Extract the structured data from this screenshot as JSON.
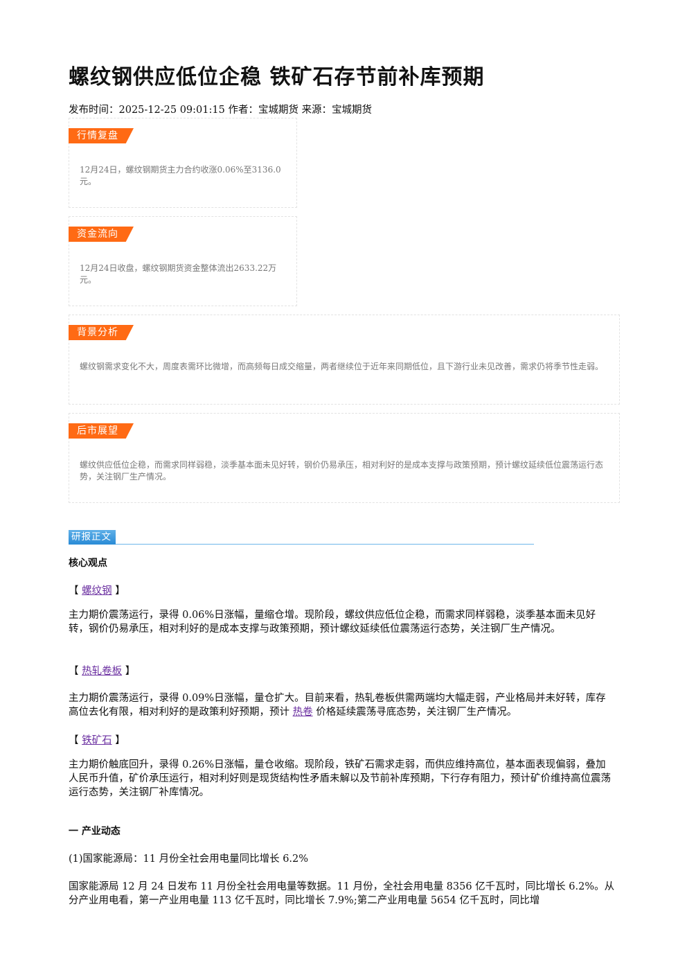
{
  "article": {
    "title": "螺纹钢供应低位企稳 铁矿石存节前补库预期",
    "meta_time_label": "发布时间：",
    "meta_time": "2025-12-25 09:01:15",
    "meta_author_label": "作者：",
    "meta_author": "宝城期货",
    "meta_source_label": "来源：",
    "meta_source": "宝城期货"
  },
  "cards": [
    {
      "tag": "行情复盘",
      "text": "12月24日，螺纹钢期货主力合约收涨0.06%至3136.0元。"
    },
    {
      "tag": "资金流向",
      "text": "12月24日收盘，螺纹钢期货资金整体流出2633.22万元。"
    },
    {
      "tag": "背景分析",
      "text": "螺纹钢需求变化不大，周度表需环比微增，而高频每日成交缩量，两者继续位于近年来同期低位，且下游行业未见改善，需求仍将季节性走弱。"
    },
    {
      "tag": "后市展望",
      "text": "螺纹供应低位企稳，而需求同样弱稳，淡季基本面未见好转，钢价仍易承压，相对利好的是成本支撑与政策预期，预计螺纹延续低位震荡运行态势，关注钢厂生产情况。"
    }
  ],
  "section_label": "研报正文",
  "core_heading": "核心观点",
  "bracket_open": "【",
  "bracket_close": "】",
  "items": [
    {
      "name": "螺纹钢",
      "text": "主力期价震荡运行，录得 0.06%日涨幅，量缩仓增。现阶段，螺纹供应低位企稳，而需求同样弱稳，淡季基本面未见好转，钢价仍易承压，相对利好的是成本支撑与政策预期，预计螺纹延续低位震荡运行态势，关注钢厂生产情况。"
    },
    {
      "name": "热轧卷板",
      "text_before_link": "主力期价震荡运行，录得 0.09%日涨幅，量仓扩大。目前来看，热轧卷板供需两端均大幅走弱，产业格局并未好转，库存高位去化有限，相对利好的是政策利好预期，预计 ",
      "link": "热卷",
      "text_after_link": "价格延续震荡寻底态势，关注钢厂生产情况。"
    },
    {
      "name": "铁矿石",
      "text": "主力期价触底回升，录得 0.26%日涨幅，量仓收缩。现阶段，铁矿石需求走弱，而供应维持高位，基本面表现偏弱，叠加人民币升值，矿价承压运行，相对利好则是现货结构性矛盾未解以及节前补库预期，下行存有阻力，预计矿价维持高位震荡运行态势，关注钢厂补库情况。"
    }
  ],
  "industry": {
    "heading": "一 产业动态",
    "sub1_title": "(1)国家能源局：11 月份全社会用电量同比增长 6.2%",
    "sub1_text": "国家能源局 12 月 24 日发布 11 月份全社会用电量等数据。11 月份，全社会用电量 8356 亿千瓦时，同比增长 6.2%。从分产业用电看，第一产业用电量 113 亿千瓦时，同比增长 7.9%;第二产业用电量 5654 亿千瓦时，同比增"
  }
}
